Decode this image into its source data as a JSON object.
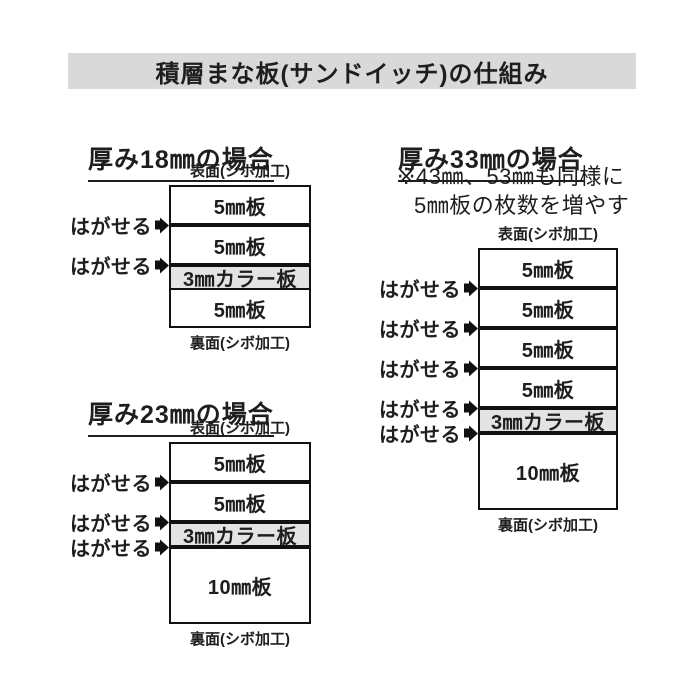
{
  "title": "積層まな板(サンドイッチ)の仕組み",
  "labels": {
    "peel": "はがせる",
    "front": "表面(シボ加工)",
    "back": "裏面(シボ加工)"
  },
  "colors": {
    "title_bar_bg": "#d9d9d9",
    "color_layer_bg": "#e3e3e3",
    "line": "#111111",
    "text": "#1e1e1e"
  },
  "sections": [
    {
      "id": "18mm",
      "heading": "厚み18㎜の場合",
      "note_lines": [],
      "layers": [
        {
          "label": "5㎜板",
          "mm": 5,
          "color": false
        },
        {
          "label": "5㎜板",
          "mm": 5,
          "color": false
        },
        {
          "label": "3㎜カラー板",
          "mm": 3,
          "color": true
        },
        {
          "label": "5㎜板",
          "mm": 5,
          "color": false
        }
      ],
      "boundaries": [
        {
          "thick": true,
          "peelable": true
        },
        {
          "thick": true,
          "peelable": true
        },
        {
          "thick": false,
          "peelable": false
        }
      ]
    },
    {
      "id": "23mm",
      "heading": "厚み23㎜の場合",
      "note_lines": [],
      "layers": [
        {
          "label": "5㎜板",
          "mm": 5,
          "color": false
        },
        {
          "label": "5㎜板",
          "mm": 5,
          "color": false
        },
        {
          "label": "3㎜カラー板",
          "mm": 3,
          "color": true
        },
        {
          "label": "10㎜板",
          "mm": 10,
          "color": false
        }
      ],
      "boundaries": [
        {
          "thick": true,
          "peelable": true
        },
        {
          "thick": true,
          "peelable": true
        },
        {
          "thick": true,
          "peelable": true
        }
      ]
    },
    {
      "id": "33mm",
      "heading": "厚み33㎜の場合",
      "note_lines": [
        "※43㎜、53㎜も同様に",
        "5㎜板の枚数を増やす"
      ],
      "layers": [
        {
          "label": "5㎜板",
          "mm": 5,
          "color": false
        },
        {
          "label": "5㎜板",
          "mm": 5,
          "color": false
        },
        {
          "label": "5㎜板",
          "mm": 5,
          "color": false
        },
        {
          "label": "5㎜板",
          "mm": 5,
          "color": false
        },
        {
          "label": "3㎜カラー板",
          "mm": 3,
          "color": true
        },
        {
          "label": "10㎜板",
          "mm": 10,
          "color": false
        }
      ],
      "boundaries": [
        {
          "thick": true,
          "peelable": true
        },
        {
          "thick": true,
          "peelable": true
        },
        {
          "thick": true,
          "peelable": true
        },
        {
          "thick": true,
          "peelable": true
        },
        {
          "thick": true,
          "peelable": true
        }
      ]
    }
  ]
}
